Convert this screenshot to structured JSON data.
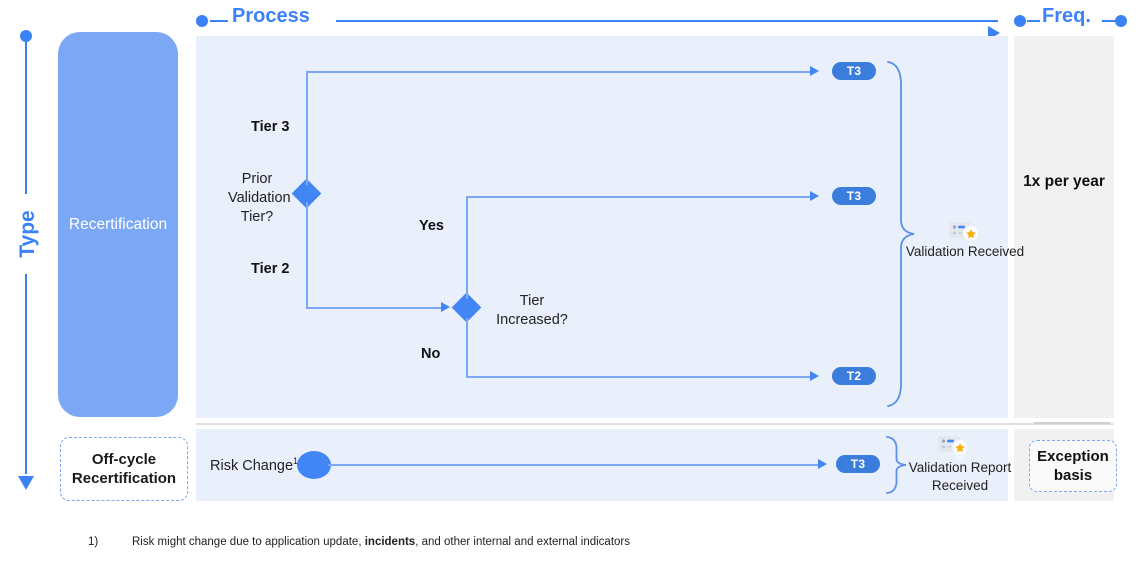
{
  "axis": {
    "type_label": "Type"
  },
  "headers": {
    "process": "Process",
    "freq": "Freq."
  },
  "type_column": {
    "recertification": "Recertification",
    "offcycle": "Off-cycle Recertification"
  },
  "flow_main": {
    "decision1_text": "Prior Validation Tier?",
    "branch_tier3": "Tier 3",
    "branch_tier2": "Tier 2",
    "decision2_text": "Tier Increased?",
    "branch_yes": "Yes",
    "branch_no": "No",
    "pill_top": "T3",
    "pill_mid": "T3",
    "pill_bottom": "T2",
    "outcome": "Validation Received",
    "outcome_icon": "certificate-award-icon"
  },
  "flow_offcycle": {
    "start_label": "Risk Change",
    "start_superscript": "1",
    "pill": "T3",
    "outcome": "Validation Report Received",
    "outcome_icon": "certificate-award-icon"
  },
  "freq_column": {
    "main": "1x per year",
    "offcycle": "Exception basis"
  },
  "footnote": {
    "marker": "1)",
    "part1": "Risk might change due to application update, ",
    "bold": "incidents",
    "part2": ", and other internal and external indicators"
  },
  "colors": {
    "accent": "#3b82f6",
    "node": "#4285F4",
    "block": "#7BA7F5",
    "panel": "#E9EFFB",
    "panel_gray": "#F1F1F1",
    "star": "#F9AB00"
  }
}
